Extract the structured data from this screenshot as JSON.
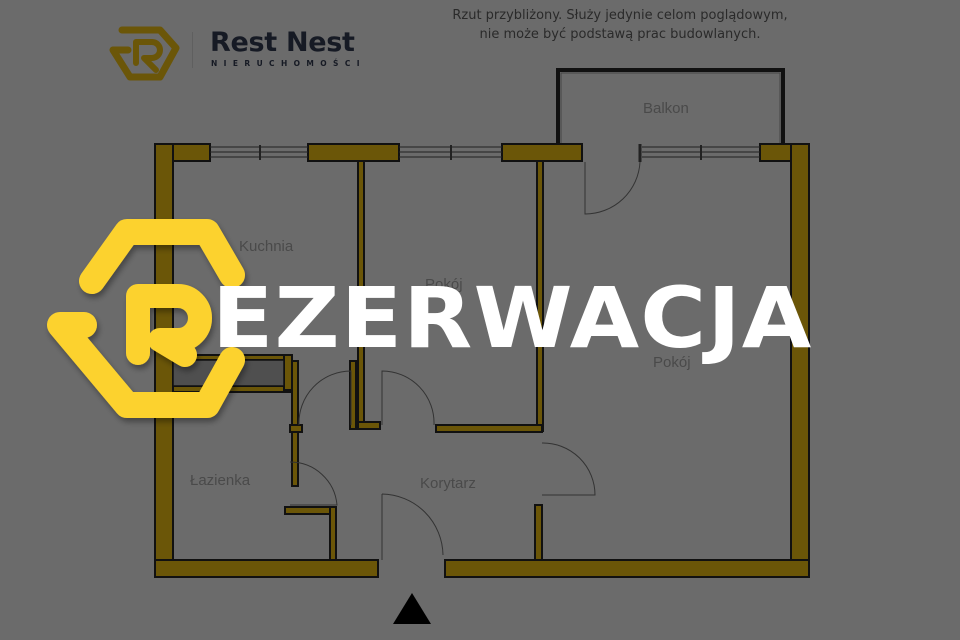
{
  "brand": {
    "name": "Rest Nest",
    "subtitle": "NIERUCHOMOŚCI",
    "logo_icon": "r-hexagon-logo-icon",
    "logo_color": "#6b5608"
  },
  "disclaimer": {
    "line1": "Rzut przybliżony. Służy jedynie celom poglądowym,",
    "line2": "nie może być podstawą prac budowlanych."
  },
  "floorplan": {
    "rooms": [
      {
        "name": "Balkon"
      },
      {
        "name": "Kuchnia"
      },
      {
        "name": "Pokój"
      },
      {
        "name": "Pokój"
      },
      {
        "name": "Łazienka"
      },
      {
        "name": "Korytarz"
      }
    ],
    "entrance_marker": "entrance-arrow-icon",
    "wall_color": "#6b5608",
    "background_color": "#6b6b6b"
  },
  "overlay": {
    "headline": "EZERWACJA",
    "headline_full": "REZERWACJA",
    "logo_icon": "r-hexagon-logo-icon",
    "logo_color": "#fcd22e",
    "text_color": "#ffffff"
  }
}
